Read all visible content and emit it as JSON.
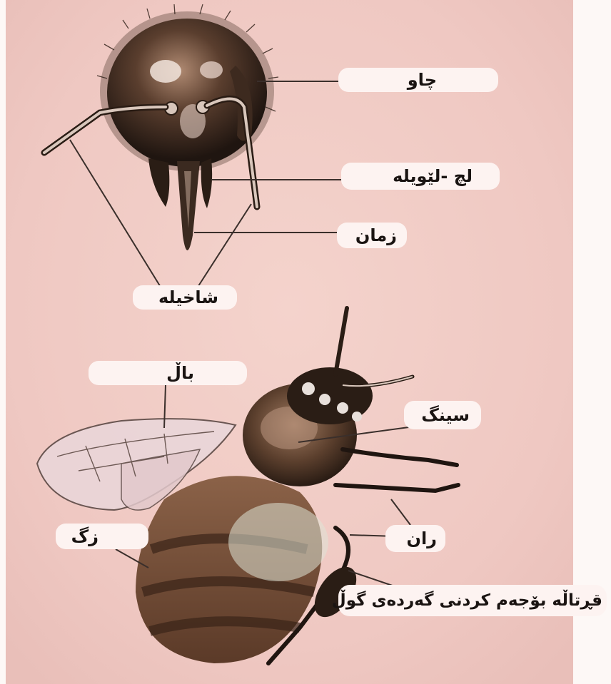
{
  "colors": {
    "background": "#f2cfc9",
    "label_background": "#fdf3f1",
    "text": "#1a1412",
    "leader_line": "#3a2f2b",
    "bee_body": "#6b4a34",
    "bee_dark": "#2a1d15",
    "wing": "#e6cfd3"
  },
  "labels": {
    "eye": "چاو",
    "lip": "لچ -لێویلە",
    "tongue": "زمان",
    "antenna": "شاخیلە",
    "wing": "باڵ",
    "thorax": "سینگ",
    "abdomen": "زگ",
    "thigh": "ران",
    "pollen_basket": "قڕتاڵە بۆجەم کردنی گەردەی گوڵ"
  }
}
